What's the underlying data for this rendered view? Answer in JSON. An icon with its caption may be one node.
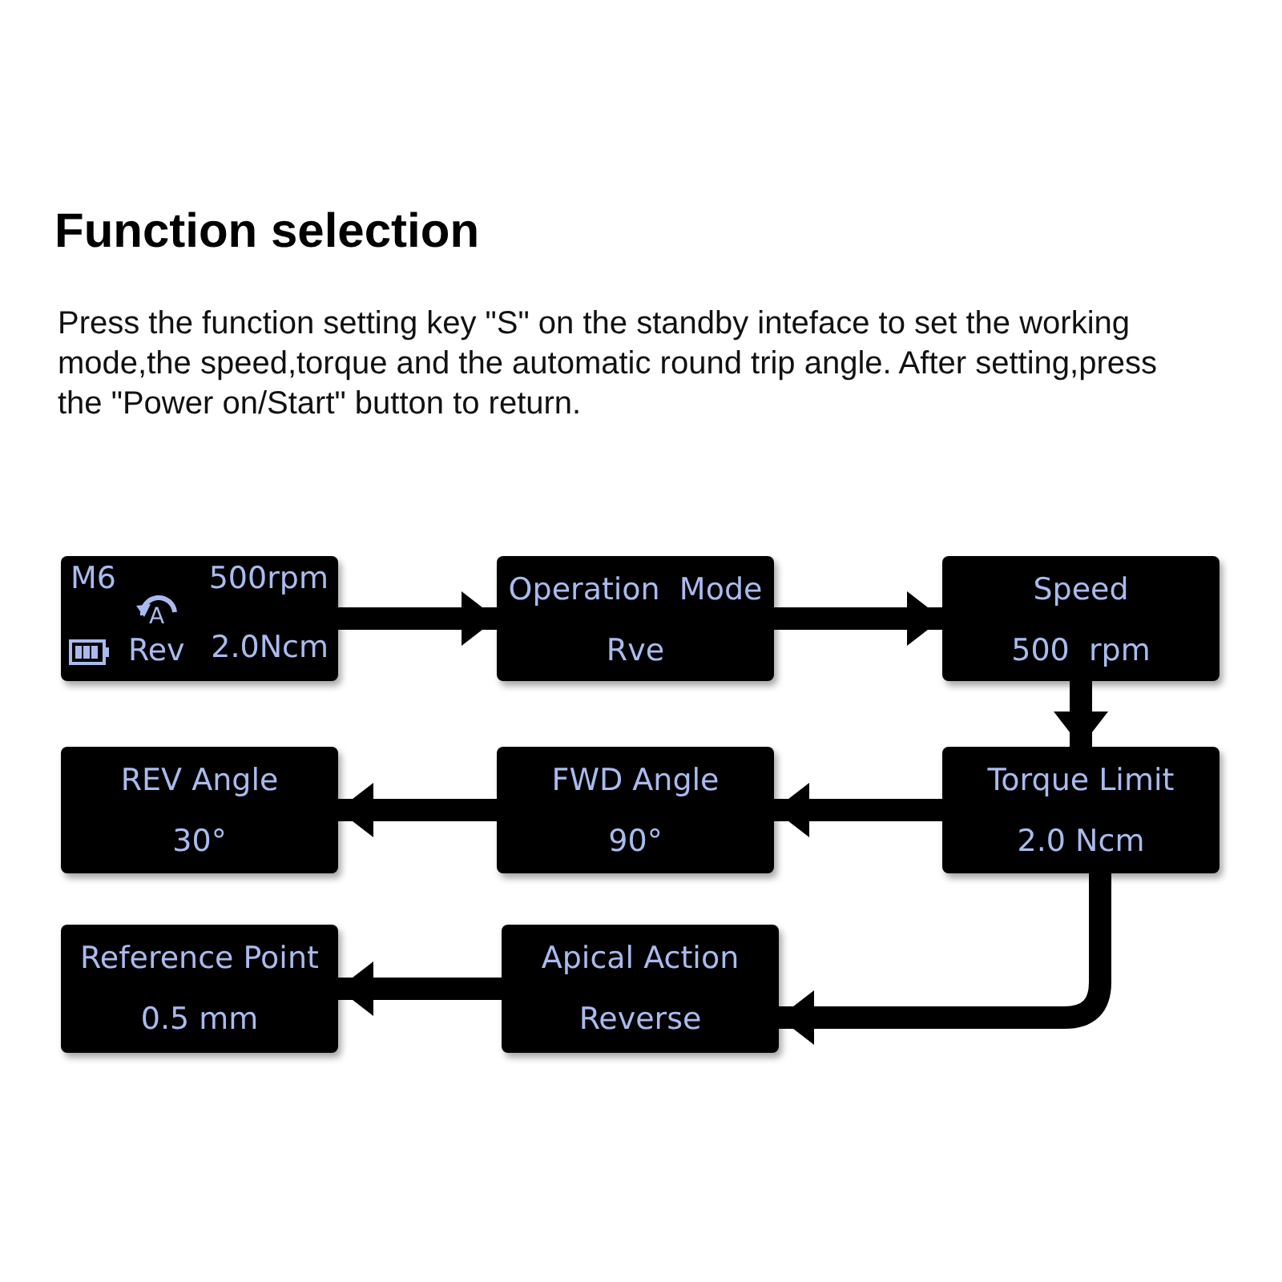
{
  "diagram": {
    "title": "Function selection",
    "caption": "Press the function setting key \"S\" on the standby inteface to set the working mode,the speed,torque and the automatic round trip angle. After setting,press the \"Power on/Start\" button to return.",
    "nodes": [
      {
        "text": [
          "M6",
          "500rpm",
          "A",
          "Rev",
          "2.0Ncm"
        ]
      },
      {
        "text": [
          "Operation  Mode",
          "Rve"
        ]
      },
      {
        "text": [
          "Speed",
          "500  rpm"
        ]
      },
      {
        "text": [
          "REV Angle",
          "30°"
        ]
      },
      {
        "text": [
          "FWD Angle",
          "90°"
        ]
      },
      {
        "text": [
          "Torque Limit",
          "2.0 Ncm"
        ]
      },
      {
        "text": [
          "Reference Point",
          "0.5 mm"
        ]
      },
      {
        "text": [
          "Apical Action",
          "Reverse"
        ]
      }
    ],
    "edges": [
      {
        "from": 0,
        "to": 1,
        "arrow": "to"
      },
      {
        "from": 1,
        "to": 2,
        "arrow": "to"
      },
      {
        "from": 2,
        "to": 5,
        "arrow": "to"
      },
      {
        "from": 5,
        "to": 4,
        "arrow": "to"
      },
      {
        "from": 4,
        "to": 3,
        "arrow": "to"
      },
      {
        "from": 5,
        "to": 7,
        "arrow": "to"
      },
      {
        "from": 7,
        "to": 6,
        "arrow": "to"
      }
    ]
  }
}
